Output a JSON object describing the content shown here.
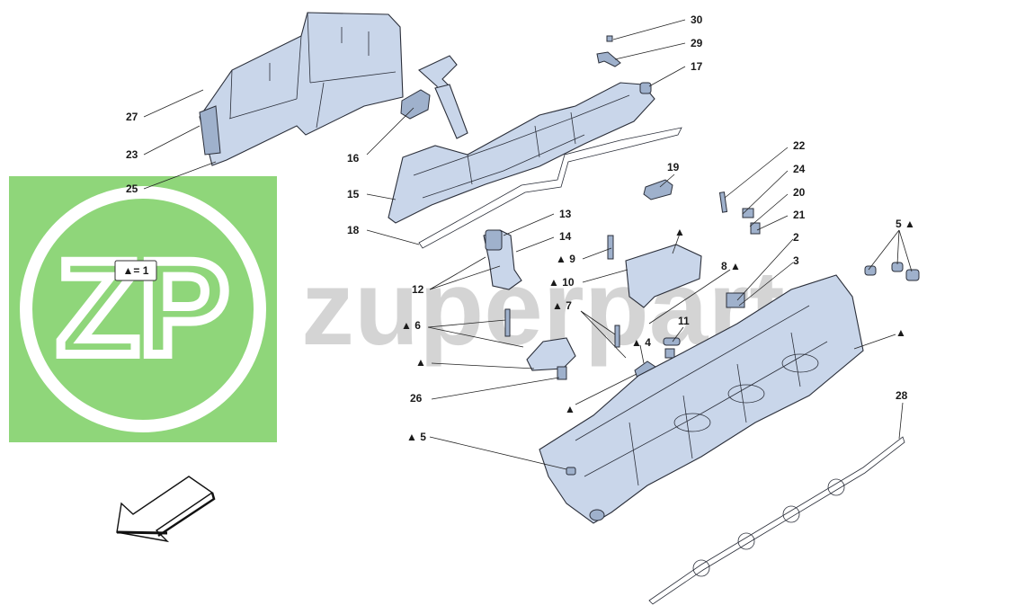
{
  "watermark": {
    "logo_letters": "ZP",
    "text": "zuperparts",
    "green": "#8fd67a"
  },
  "legend": {
    "text": "▲= 1"
  },
  "labels": [
    {
      "id": "30",
      "text": "30"
    },
    {
      "id": "29",
      "text": "29"
    },
    {
      "id": "17",
      "text": "17"
    },
    {
      "id": "27",
      "text": "27"
    },
    {
      "id": "23",
      "text": "23"
    },
    {
      "id": "16",
      "text": "16"
    },
    {
      "id": "25",
      "text": "25"
    },
    {
      "id": "15",
      "text": "15"
    },
    {
      "id": "19",
      "text": "19"
    },
    {
      "id": "22",
      "text": "22"
    },
    {
      "id": "24",
      "text": "24"
    },
    {
      "id": "20",
      "text": "20"
    },
    {
      "id": "21",
      "text": "21"
    },
    {
      "id": "2",
      "text": "2"
    },
    {
      "id": "3",
      "text": "3"
    },
    {
      "id": "18",
      "text": "18"
    },
    {
      "id": "13",
      "text": "13"
    },
    {
      "id": "14",
      "text": "14"
    },
    {
      "id": "12",
      "text": "12"
    },
    {
      "id": "a_upper",
      "text": "▲"
    },
    {
      "id": "9",
      "text": "▲ 9"
    },
    {
      "id": "10",
      "text": "▲ 10"
    },
    {
      "id": "8",
      "text": "8 ▲"
    },
    {
      "id": "5_right",
      "text": "5 ▲"
    },
    {
      "id": "6",
      "text": "▲ 6"
    },
    {
      "id": "7",
      "text": "▲ 7"
    },
    {
      "id": "4",
      "text": "▲ 4"
    },
    {
      "id": "11",
      "text": "11"
    },
    {
      "id": "a_right",
      "text": "▲"
    },
    {
      "id": "a_left",
      "text": "▲"
    },
    {
      "id": "26",
      "text": "26"
    },
    {
      "id": "a_mid",
      "text": "▲"
    },
    {
      "id": "28",
      "text": "28"
    },
    {
      "id": "5_left",
      "text": "▲ 5"
    }
  ]
}
